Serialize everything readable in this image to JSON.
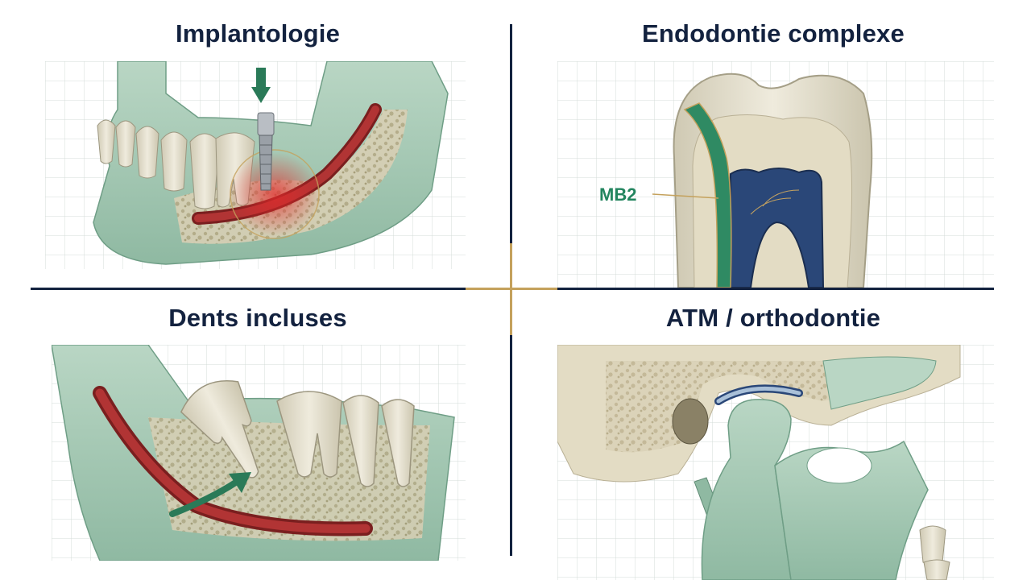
{
  "panels": {
    "top_left": {
      "title": "Implantologie"
    },
    "top_right": {
      "title": "Endodontie complexe",
      "callout_label": "MB2"
    },
    "bottom_left": {
      "title": "Dents incluses"
    },
    "bottom_right": {
      "title": "ATM / orthodontie"
    }
  },
  "colors": {
    "navy": "#13223f",
    "gold": "#c4a15c",
    "bone_green": "#a8cbb6",
    "tooth_ivory": "#e6e2d2",
    "nerve_red": "#9b2a2a",
    "canal_green": "#2f8a63",
    "pulp_blue": "#2a4778"
  },
  "icons": [
    "down-arrow-icon",
    "curved-arrow-icon"
  ]
}
